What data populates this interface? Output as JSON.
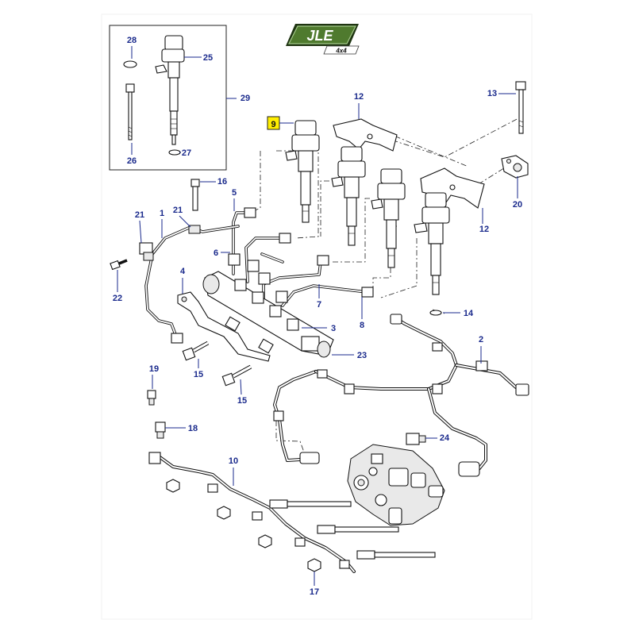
{
  "logo": {
    "brand": "JLE",
    "tagline": "4x4",
    "colors": {
      "dark": "#2d4a1c",
      "mid": "#4f7a2e",
      "light": "#a4c98a"
    }
  },
  "diagram": {
    "callout_color": "#1a2a8c",
    "highlight_color": "#ffee00",
    "callouts": {
      "c1": "1",
      "c2": "2",
      "c3": "3",
      "c4": "4",
      "c5": "5",
      "c6": "6",
      "c7": "7",
      "c8": "8",
      "c9": "9",
      "c10": "10",
      "c12a": "12",
      "c12b": "12",
      "c13": "13",
      "c14": "14",
      "c15a": "15",
      "c15b": "15",
      "c16": "16",
      "c17": "17",
      "c18": "18",
      "c19": "19",
      "c20": "20",
      "c21a": "21",
      "c21b": "21",
      "c22": "22",
      "c23": "23",
      "c24": "24",
      "c25": "25",
      "c26": "26",
      "c27": "27",
      "c28": "28",
      "c29": "29"
    },
    "highlighted_callout": "9"
  }
}
